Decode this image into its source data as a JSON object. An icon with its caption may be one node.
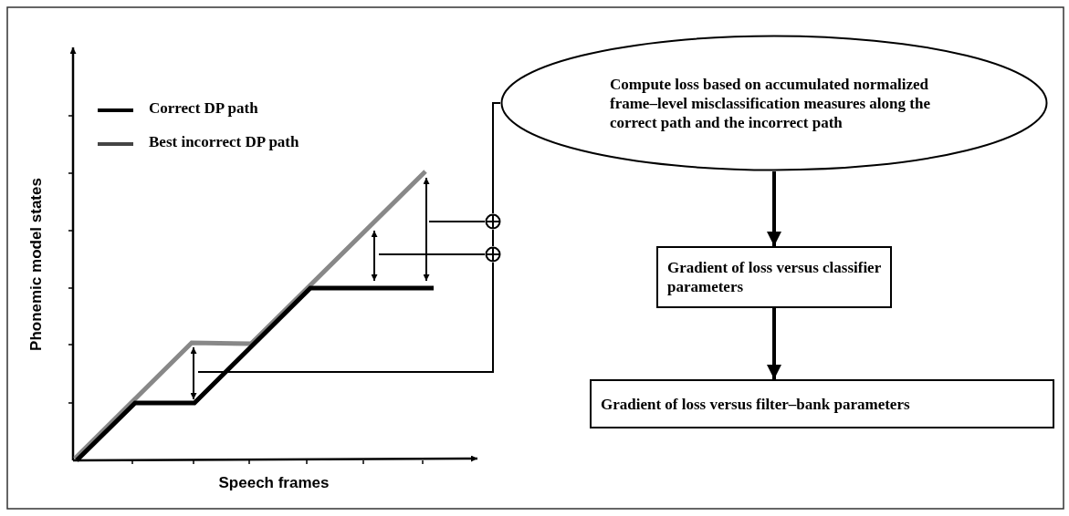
{
  "diagram": {
    "nodes": [
      {
        "text": [
          "Compute loss based on accumulated normalized frame–level misclassification measures along  the correct path  and the incorrect  path"
        ]
      },
      {
        "text": [
          "Gradient of loss versus classifier  parameters"
        ]
      },
      {
        "text": [
          "Gradient of loss versus filter–bank parameters"
        ]
      },
      {
        "text": [],
        "shape": "circle"
      },
      {
        "text": [],
        "shape": "circle"
      }
    ],
    "edges": [
      {
        "from": null,
        "to": 3,
        "arrow": "none"
      },
      {
        "from": null,
        "to": 4,
        "arrow": "none"
      },
      {
        "from": null,
        "to": 4,
        "arrow": "none"
      },
      {
        "from": 4,
        "to": 3,
        "arrow": "none"
      },
      {
        "from": 3,
        "to": 0,
        "arrow": "none"
      },
      {
        "from": 0,
        "to": 1,
        "arrow": "to",
        "style": "thick"
      },
      {
        "from": 1,
        "to": 2,
        "arrow": "to",
        "style": "thick"
      }
    ],
    "labels": [
      "Phonemic model states",
      "Speech frames"
    ],
    "legend": [
      {
        "text": "Correct DP path"
      },
      {
        "text": "Best incorrect DP path"
      }
    ]
  }
}
